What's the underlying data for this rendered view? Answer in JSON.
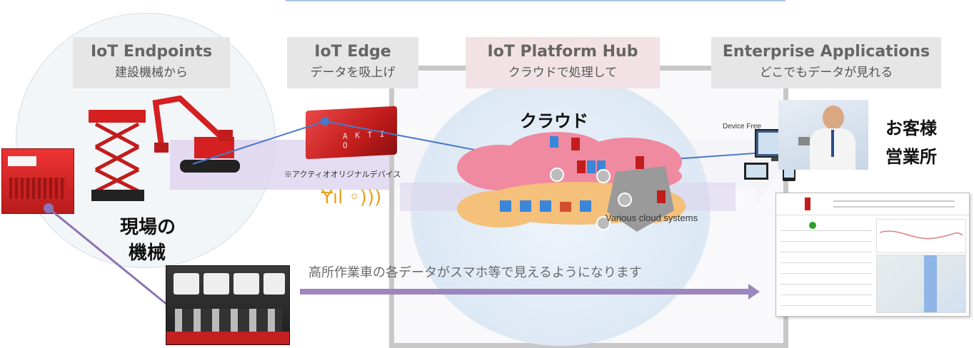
{
  "headers": {
    "endpoints": {
      "title": "IoT Endpoints",
      "sub": "建設機械から"
    },
    "edge": {
      "title": "IoT Edge",
      "sub": "データを吸上げ"
    },
    "platform": {
      "title": "IoT Platform Hub",
      "sub": "クラウドで処理して"
    },
    "enterprise": {
      "title": "Enterprise Applications",
      "sub": "どこでもデータが見れる"
    }
  },
  "labels": {
    "genba_line1": "現場の",
    "genba_line2": "機械",
    "cloud": "クラウド",
    "customer_line1": "お客様",
    "customer_line2": "営業所",
    "device_free": "Device Free",
    "original_device": "※アクティオオリジナルデバイス",
    "various_cloud": "Various cloud systems",
    "flow_caption": "高所作業車の各データがスマホ等で見えるようになります",
    "device_brand": "A K T I O"
  },
  "colors": {
    "equipment_red": "#d42020",
    "flow_purple": "#9b86bd",
    "connector_blue": "#4a78c8",
    "cloud_pink": "#f08aa0",
    "cloud_orange": "#f5c07a"
  }
}
